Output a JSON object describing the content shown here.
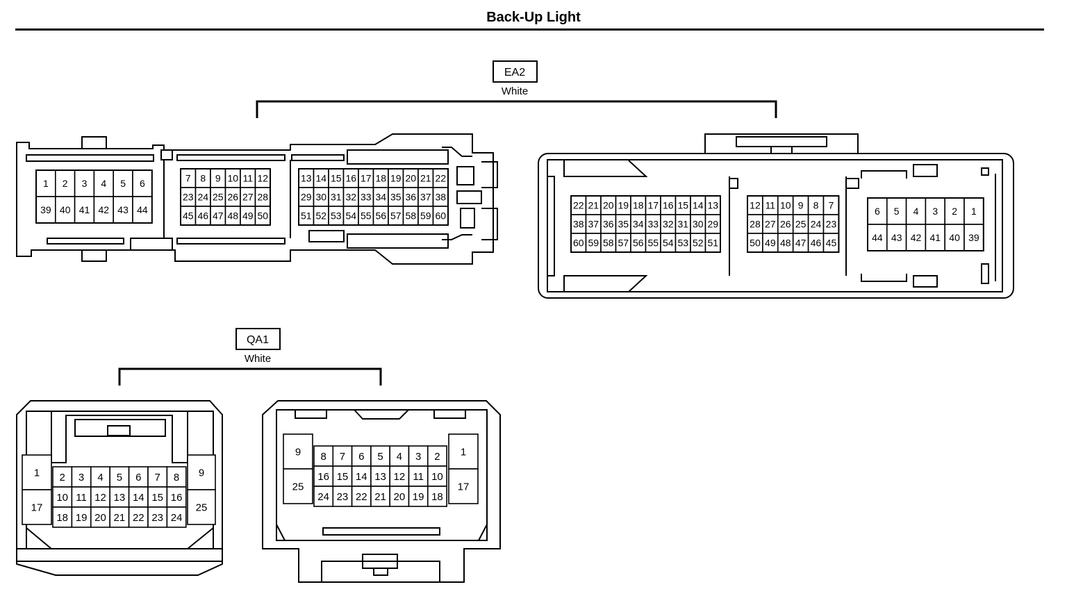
{
  "title": "Back-Up Light",
  "connectors": [
    {
      "code": "EA2",
      "color": "White"
    },
    {
      "code": "QA1",
      "color": "White"
    }
  ],
  "ea2_plug": {
    "block1": [
      [
        "1",
        "2",
        "3",
        "4",
        "5",
        "6"
      ],
      [
        "39",
        "40",
        "41",
        "42",
        "43",
        "44"
      ]
    ],
    "block2": [
      [
        "7",
        "8",
        "9",
        "10",
        "11",
        "12"
      ],
      [
        "23",
        "24",
        "25",
        "26",
        "27",
        "28"
      ],
      [
        "45",
        "46",
        "47",
        "48",
        "49",
        "50"
      ]
    ],
    "block3": [
      [
        "13",
        "14",
        "15",
        "16",
        "17",
        "18",
        "19",
        "20",
        "21",
        "22"
      ],
      [
        "29",
        "30",
        "31",
        "32",
        "33",
        "34",
        "35",
        "36",
        "37",
        "38"
      ],
      [
        "51",
        "52",
        "53",
        "54",
        "55",
        "56",
        "57",
        "58",
        "59",
        "60"
      ]
    ]
  },
  "ea2_socket": {
    "block1": [
      [
        "22",
        "21",
        "20",
        "19",
        "18",
        "17",
        "16",
        "15",
        "14",
        "13"
      ],
      [
        "38",
        "37",
        "36",
        "35",
        "34",
        "33",
        "32",
        "31",
        "30",
        "29"
      ],
      [
        "60",
        "59",
        "58",
        "57",
        "56",
        "55",
        "54",
        "53",
        "52",
        "51"
      ]
    ],
    "block2": [
      [
        "12",
        "11",
        "10",
        "9",
        "8",
        "7"
      ],
      [
        "28",
        "27",
        "26",
        "25",
        "24",
        "23"
      ],
      [
        "50",
        "49",
        "48",
        "47",
        "46",
        "45"
      ]
    ],
    "block3": [
      [
        "6",
        "5",
        "4",
        "3",
        "2",
        "1"
      ],
      [
        "44",
        "43",
        "42",
        "41",
        "40",
        "39"
      ]
    ]
  },
  "qa1_plug": {
    "left": [
      "1",
      "17"
    ],
    "grid": [
      [
        "2",
        "3",
        "4",
        "5",
        "6",
        "7",
        "8"
      ],
      [
        "10",
        "11",
        "12",
        "13",
        "14",
        "15",
        "16"
      ],
      [
        "18",
        "19",
        "20",
        "21",
        "22",
        "23",
        "24"
      ]
    ],
    "right": [
      "9",
      "25"
    ]
  },
  "qa1_socket": {
    "left": [
      "9",
      "25"
    ],
    "grid": [
      [
        "8",
        "7",
        "6",
        "5",
        "4",
        "3",
        "2"
      ],
      [
        "16",
        "15",
        "14",
        "13",
        "12",
        "11",
        "10"
      ],
      [
        "24",
        "23",
        "22",
        "21",
        "20",
        "19",
        "18"
      ]
    ],
    "right": [
      "1",
      "17"
    ]
  }
}
